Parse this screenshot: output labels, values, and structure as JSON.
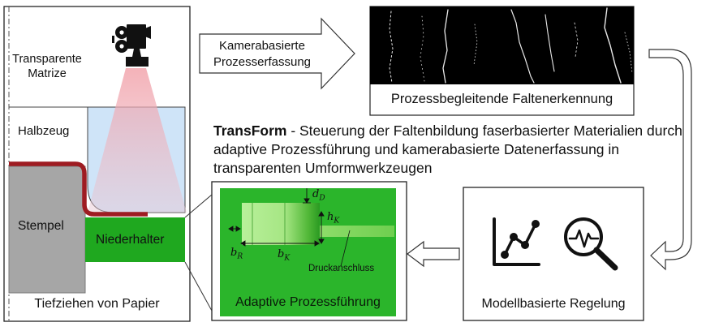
{
  "panels": {
    "tiefziehen": {
      "caption": "Tiefziehen von Papier",
      "transparente_matrize": [
        "Transparente",
        "Matrize"
      ],
      "halbzeug": "Halbzeug",
      "stempel": "Stempel",
      "niederhalter": "Niederhalter"
    },
    "kamera_arrow": {
      "label": [
        "Kamerabasierte",
        "Prozesserfassung"
      ]
    },
    "faltenerkennung": {
      "caption": "Prozessbegleitende Faltenerkennung"
    },
    "description": {
      "title": "TransForm",
      "text": " - Steuerung der Faltenbildung faserbasierter Materialien durch adaptive Prozessführung und kamerabasierte Datenerfassung in transparenten Umformwerkzeugen"
    },
    "adaptive": {
      "caption": "Adaptive Prozessführung",
      "druckanschluss": "Druckanschluss",
      "symbols": {
        "dD": {
          "base": "d",
          "sub": "D"
        },
        "hK": {
          "base": "h",
          "sub": "K"
        },
        "bR": {
          "base": "b",
          "sub": "R"
        },
        "bK": {
          "base": "b",
          "sub": "K"
        }
      }
    },
    "regelung": {
      "caption": "Modellbasierte Regelung"
    }
  },
  "icons": {
    "camera": "camera-icon",
    "chart": "line-chart-icon",
    "magnifier": "magnifier-waveform-icon"
  },
  "colors": {
    "niederhalter_green": "#1fa81f",
    "adaptive_green": "#2bb52b",
    "stempel_gray": "#a6a6a6",
    "halbzeug_red": "#9e1c22",
    "matrize_blue": "#cfe4f8"
  }
}
